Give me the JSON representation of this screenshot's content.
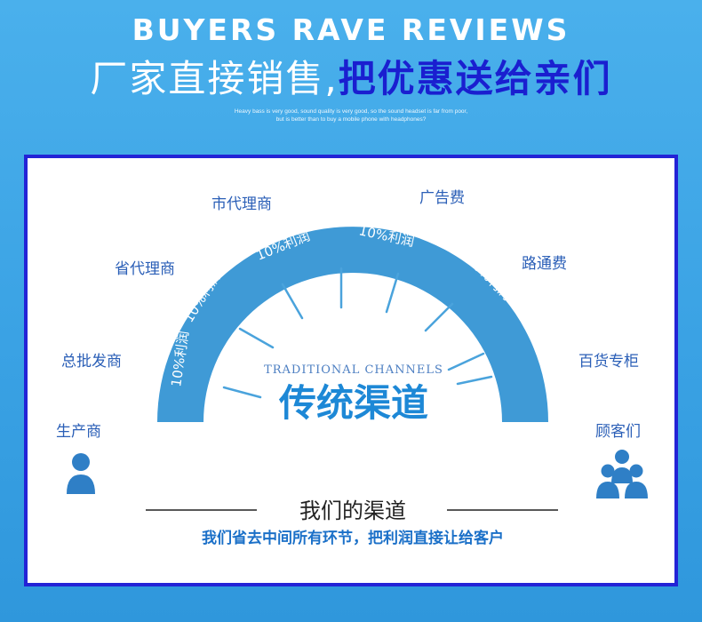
{
  "header": {
    "brand_title": "BUYERS RAVE REVIEWS",
    "headline_left": "厂家直接销售,",
    "headline_right": "把优惠送给亲们",
    "sub_line1": "Heavy bass is very good, sound quality is very good, so the sound headset is far from poor,",
    "sub_line2": "but is better than to buy a mobile phone with headphones?"
  },
  "diagram": {
    "outer_labels": [
      "生产商",
      "总批发商",
      "省代理商",
      "市代理商",
      "广告费",
      "路通费",
      "百货专柜",
      "顾客们"
    ],
    "segments": [
      "10%利润",
      "10%利润",
      "10%利润",
      "10%利润",
      "10%利润",
      "店面装修费"
    ],
    "center_en": "TRADITIONAL CHANNELS",
    "center_cn": "传统渠道",
    "our_title": "我们的渠道",
    "our_subtitle": "我们省去中间所有环节，把利润直接让给客户"
  },
  "colors": {
    "background": "#3aa2e4",
    "frame": "#2323d6",
    "arc": "#3f9ad6",
    "headline_highlight": "#1a1fd0",
    "label": "#2b5fb7"
  },
  "icons": [
    "person-icon",
    "group-icon"
  ]
}
